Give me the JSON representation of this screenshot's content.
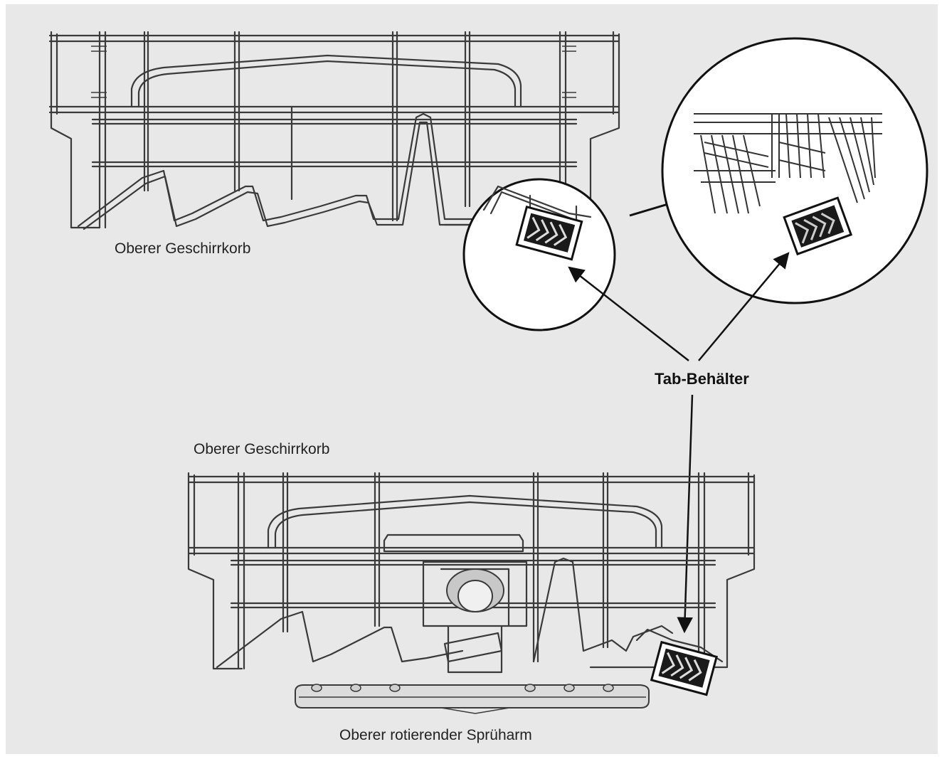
{
  "labels": {
    "top_basket": "Oberer Geschirrkorb",
    "bottom_basket": "Oberer Geschirrkorb",
    "tab_holder": "Tab-Behälter",
    "spray_arm": "Oberer rotierender Sprüharm"
  },
  "colors": {
    "background": "#e8e8e8",
    "line": "#3a3a3a",
    "circle_fill": "#ffffff"
  }
}
